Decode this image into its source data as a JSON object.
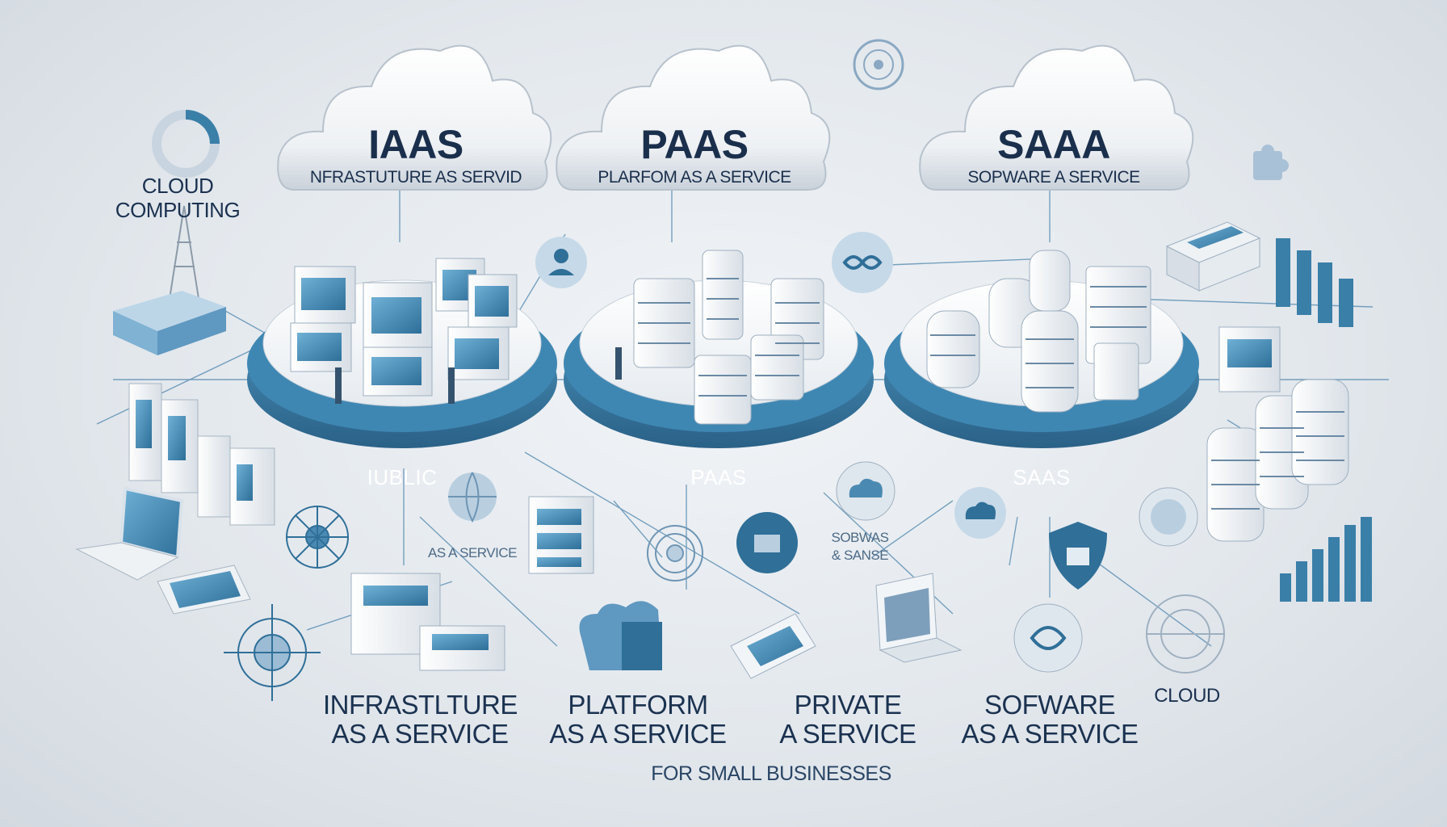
{
  "side_title": {
    "line1": "CLOUD",
    "line2": "COMPUTING"
  },
  "clouds": [
    {
      "title": "IAAS",
      "subtitle": "NFRASTUTURE AS SERVID"
    },
    {
      "title": "PAAS",
      "subtitle": "PLARFOM AS A SERVICE"
    },
    {
      "title": "SAAA",
      "subtitle": "SOPWARE A SERVICE"
    }
  ],
  "platforms": [
    {
      "label": "IUBLIC"
    },
    {
      "label": "PAAS"
    },
    {
      "label": "SAAS"
    }
  ],
  "annotations": {
    "as_a_service": "AS A SERVICE",
    "sobwas_line1": "SOBWAS",
    "sobwas_line2": "& SANSE",
    "cloud": "CLOUD"
  },
  "bottom_labels": [
    {
      "line1": "INFRASTLTURE",
      "line2": "AS A SERVICE"
    },
    {
      "line1": "PLATFORM",
      "line2": "AS A SERVICE"
    },
    {
      "line1": "PRIVATE",
      "line2": "A SERVICE"
    },
    {
      "line1": "SOFWARE",
      "line2": "AS A SERVICE"
    }
  ],
  "footer": "FOR SMALL BUSINESSES",
  "colors": {
    "accent": "#3a7fa8",
    "accent_dark": "#2a6187",
    "ink": "#1b3250",
    "background": "#e3e8ed"
  }
}
